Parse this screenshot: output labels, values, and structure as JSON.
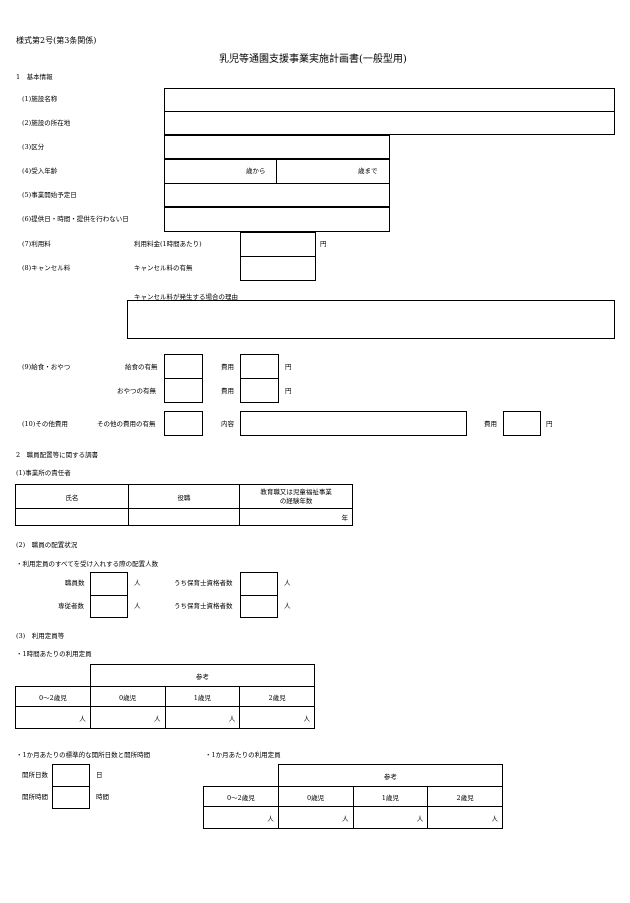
{
  "form_number": "様式第2号(第3条関係)",
  "title": "乳児等通園支援事業実施計画書(一般型用)",
  "section1": {
    "heading": "1　基本情報",
    "facility_name": "(1)施設名称",
    "facility_address": "(2)施設の所在地",
    "category": "(3)区分",
    "age_range": "(4)受入年齢",
    "age_from": "歳から",
    "age_to": "歳まで",
    "start_date": "(5)事業開始予定日",
    "service_days": "(6)提供日・時間・提供を行わない日",
    "fee": "(7)利用料",
    "fee_per_hour": "利用料金(1時間あたり)",
    "yen": "円",
    "cancel_fee": "(8)キャンセル料",
    "cancel_fee_presence": "キャンセル料の有無",
    "cancel_reason": "キャンセル料が発生する場合の理由",
    "meals": "(9)給食・おやつ",
    "meal_presence": "給食の有無",
    "snack_presence": "おやつの有無",
    "cost": "費用",
    "other_cost": "(10)その他費用",
    "other_cost_presence": "その他の費用の有無",
    "content": "内容"
  },
  "section2": {
    "heading": "2　職員配置等に関する調書",
    "manager": "(1)事業所の責任者",
    "manager_cols": [
      "氏名",
      "役職",
      "教育職又は児童福祉事業\nの経験年数"
    ],
    "year_unit": "年",
    "staff": "(2)　職員の配置状況",
    "staff_note": "・利用定員のすべてを受け入れする際の配置人数",
    "staff_count": "職員数",
    "nursery_qualified": "うち保育士資格者数",
    "full_time": "専従者数",
    "person_unit": "人",
    "capacity": "(3)　利用定員等",
    "per_hour": "・1時間あたりの利用定員",
    "reference": "参考",
    "age_cols": [
      "0～2歳児",
      "0歳児",
      "1歳児",
      "2歳児"
    ],
    "monthly_days": "・1か月あたりの標準的な開所日数と開所時間",
    "open_days": "開所日数",
    "day_unit": "日",
    "open_hours": "開所時間",
    "hour_unit": "時間",
    "per_month": "・1か月あたりの利用定員"
  }
}
